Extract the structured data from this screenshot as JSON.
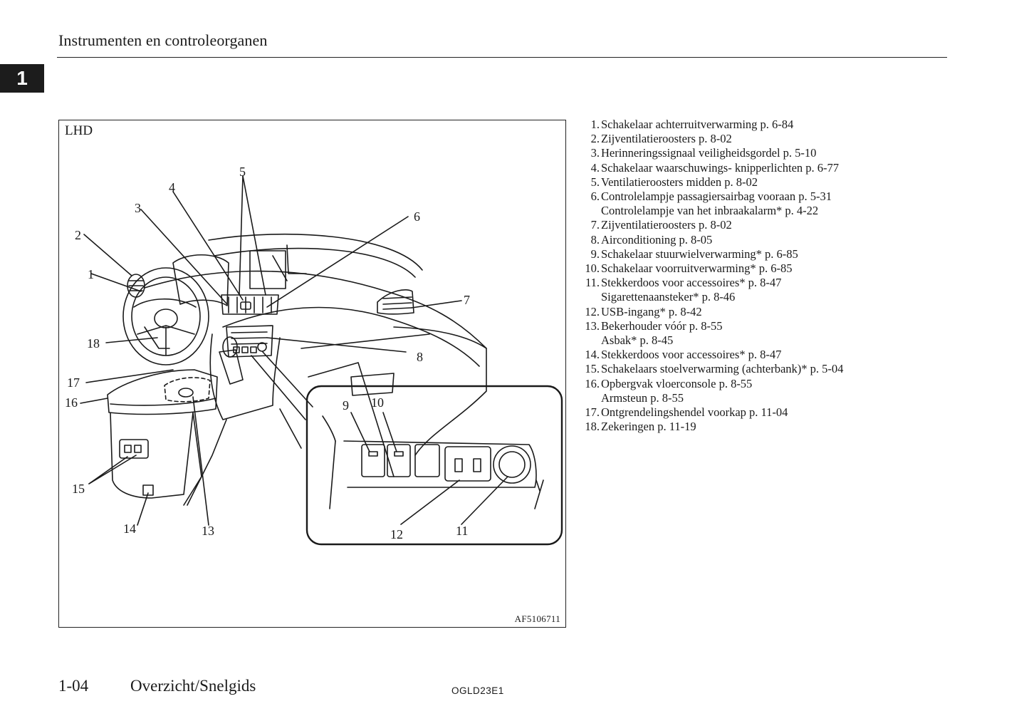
{
  "header": {
    "title": "Instrumenten en controleorganen"
  },
  "chapter_tab": "1",
  "figure": {
    "variant_label": "LHD",
    "code": "AF5106711",
    "callouts": [
      "1",
      "2",
      "3",
      "4",
      "5",
      "6",
      "7",
      "8",
      "9",
      "10",
      "11",
      "12",
      "13",
      "14",
      "15",
      "16",
      "17",
      "18"
    ]
  },
  "legend": [
    {
      "num": "1.",
      "lines": [
        "Schakelaar achterruitverwarming p. 6-84"
      ]
    },
    {
      "num": "2.",
      "lines": [
        "Zijventilatieroosters p. 8-02"
      ]
    },
    {
      "num": "3.",
      "lines": [
        "Herinneringssignaal veiligheidsgordel p. 5-10"
      ]
    },
    {
      "num": "4.",
      "lines": [
        "Schakelaar waarschuwings- knipperlichten p. 6-77"
      ]
    },
    {
      "num": "5.",
      "lines": [
        "Ventilatieroosters midden p. 8-02"
      ]
    },
    {
      "num": "6.",
      "lines": [
        "Controlelampje passagiersairbag vooraan p. 5-31",
        "Controlelampje van het inbraakalarm* p. 4-22"
      ]
    },
    {
      "num": "7.",
      "lines": [
        "Zijventilatieroosters p. 8-02"
      ]
    },
    {
      "num": "8.",
      "lines": [
        "Airconditioning p. 8-05"
      ]
    },
    {
      "num": "9.",
      "lines": [
        "Schakelaar stuurwielverwarming* p. 6-85"
      ]
    },
    {
      "num": "10.",
      "lines": [
        "Schakelaar voorruitverwarming* p. 6-85"
      ]
    },
    {
      "num": "11.",
      "lines": [
        "Stekkerdoos voor accessoires* p. 8-47",
        "Sigarettenaansteker* p. 8-46"
      ]
    },
    {
      "num": "12.",
      "lines": [
        "USB-ingang* p. 8-42"
      ]
    },
    {
      "num": "13.",
      "lines": [
        "Bekerhouder vóór p. 8-55",
        "Asbak* p. 8-45"
      ]
    },
    {
      "num": "14.",
      "lines": [
        "Stekkerdoos voor accessoires* p. 8-47"
      ]
    },
    {
      "num": "15.",
      "lines": [
        "Schakelaars stoelverwarming (achterbank)* p. 5-04"
      ]
    },
    {
      "num": "16.",
      "lines": [
        "Opbergvak vloerconsole p. 8-55",
        "Armsteun p. 8-55"
      ]
    },
    {
      "num": "17.",
      "lines": [
        "Ontgrendelingshendel voorkap p. 11-04"
      ]
    },
    {
      "num": "18.",
      "lines": [
        "Zekeringen p. 11-19"
      ]
    }
  ],
  "footer": {
    "page_number": "1-04",
    "section": "Overzicht/Snelgids",
    "doc_code": "OGLD23E1"
  }
}
